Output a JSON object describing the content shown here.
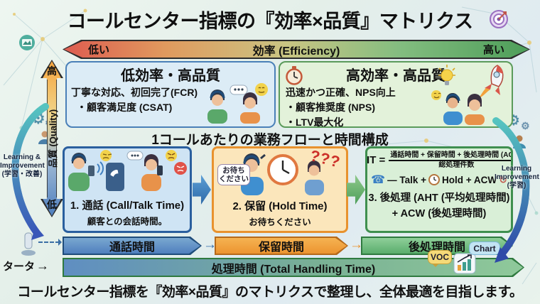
{
  "title": "コールセンター指標の『効率×品質』マトリクス",
  "axis_efficiency": {
    "low": "低い",
    "label": "効率 (Efficiency)",
    "high": "高い"
  },
  "axis_quality": {
    "high": "高",
    "label": "品質 (Quality)",
    "low": "低"
  },
  "quad_left": {
    "title": "低効率・高品質",
    "line1": "丁寧な対応、初回完了(FCR)",
    "line2": "・顧客満足度 (CSAT)"
  },
  "quad_right": {
    "title": "高効率・高品質",
    "line1": "迅速かつ正確、NPS向上",
    "line2": "・顧客推奨度 (NPS)",
    "line3": "・LTV最大化"
  },
  "flow": {
    "title": "1コールあたりの業務フローと時間構成"
  },
  "stage1": {
    "title": "1. 通話 (Call/Talk Time)",
    "desc": "顧客との会話時間。",
    "time": "通話時間"
  },
  "stage2": {
    "bubble_line1": "お待ち",
    "bubble_line2": "ください",
    "questions": "???",
    "title": "2. 保留 (Hold Time)",
    "desc": "お待ちください",
    "time": "保留時間"
  },
  "stage3": {
    "formula_lhs": "AHT =",
    "formula_numerator": "通話時間 + 保留時間 + 後処理時間 (ACW)",
    "formula_denominator": "総処理件数",
    "talk_segment": "— Talk +",
    "hold_segment": "Hold + ACW",
    "title_line1": "3. 後処理 (AHT (平均処理時間)",
    "title_line2": "+ ACW (後処理時間)",
    "time": "後処理時間"
  },
  "total_bar": {
    "label": "処理時間 (Total Handling Time)",
    "source_label": "タータ",
    "voc_badge": "VOC",
    "chart_badge": "Chart"
  },
  "loop_left": {
    "line1": "Learning &",
    "line2": "Improvement",
    "line3": "(学習・改善)"
  },
  "loop_right": {
    "line1": "Learning",
    "line2": "Improvement",
    "line3": "(学習)"
  },
  "footer": "コールセンター指標を『効率×品質』のマトリクスで整理し、全体最適を目指します。",
  "icons": {
    "gear": "⚙",
    "phone": "☎",
    "refresh": "↻",
    "arrow_right": "→"
  },
  "colors": {
    "efficiency_low": "#dd5c50",
    "efficiency_high": "#4d9e59",
    "quality_high": "#f5a53f",
    "quality_low": "#4f7fbe",
    "stage1_border": "#2a5f9e",
    "stage2_border": "#e8922e",
    "stage3_border": "#3f8f4f"
  }
}
